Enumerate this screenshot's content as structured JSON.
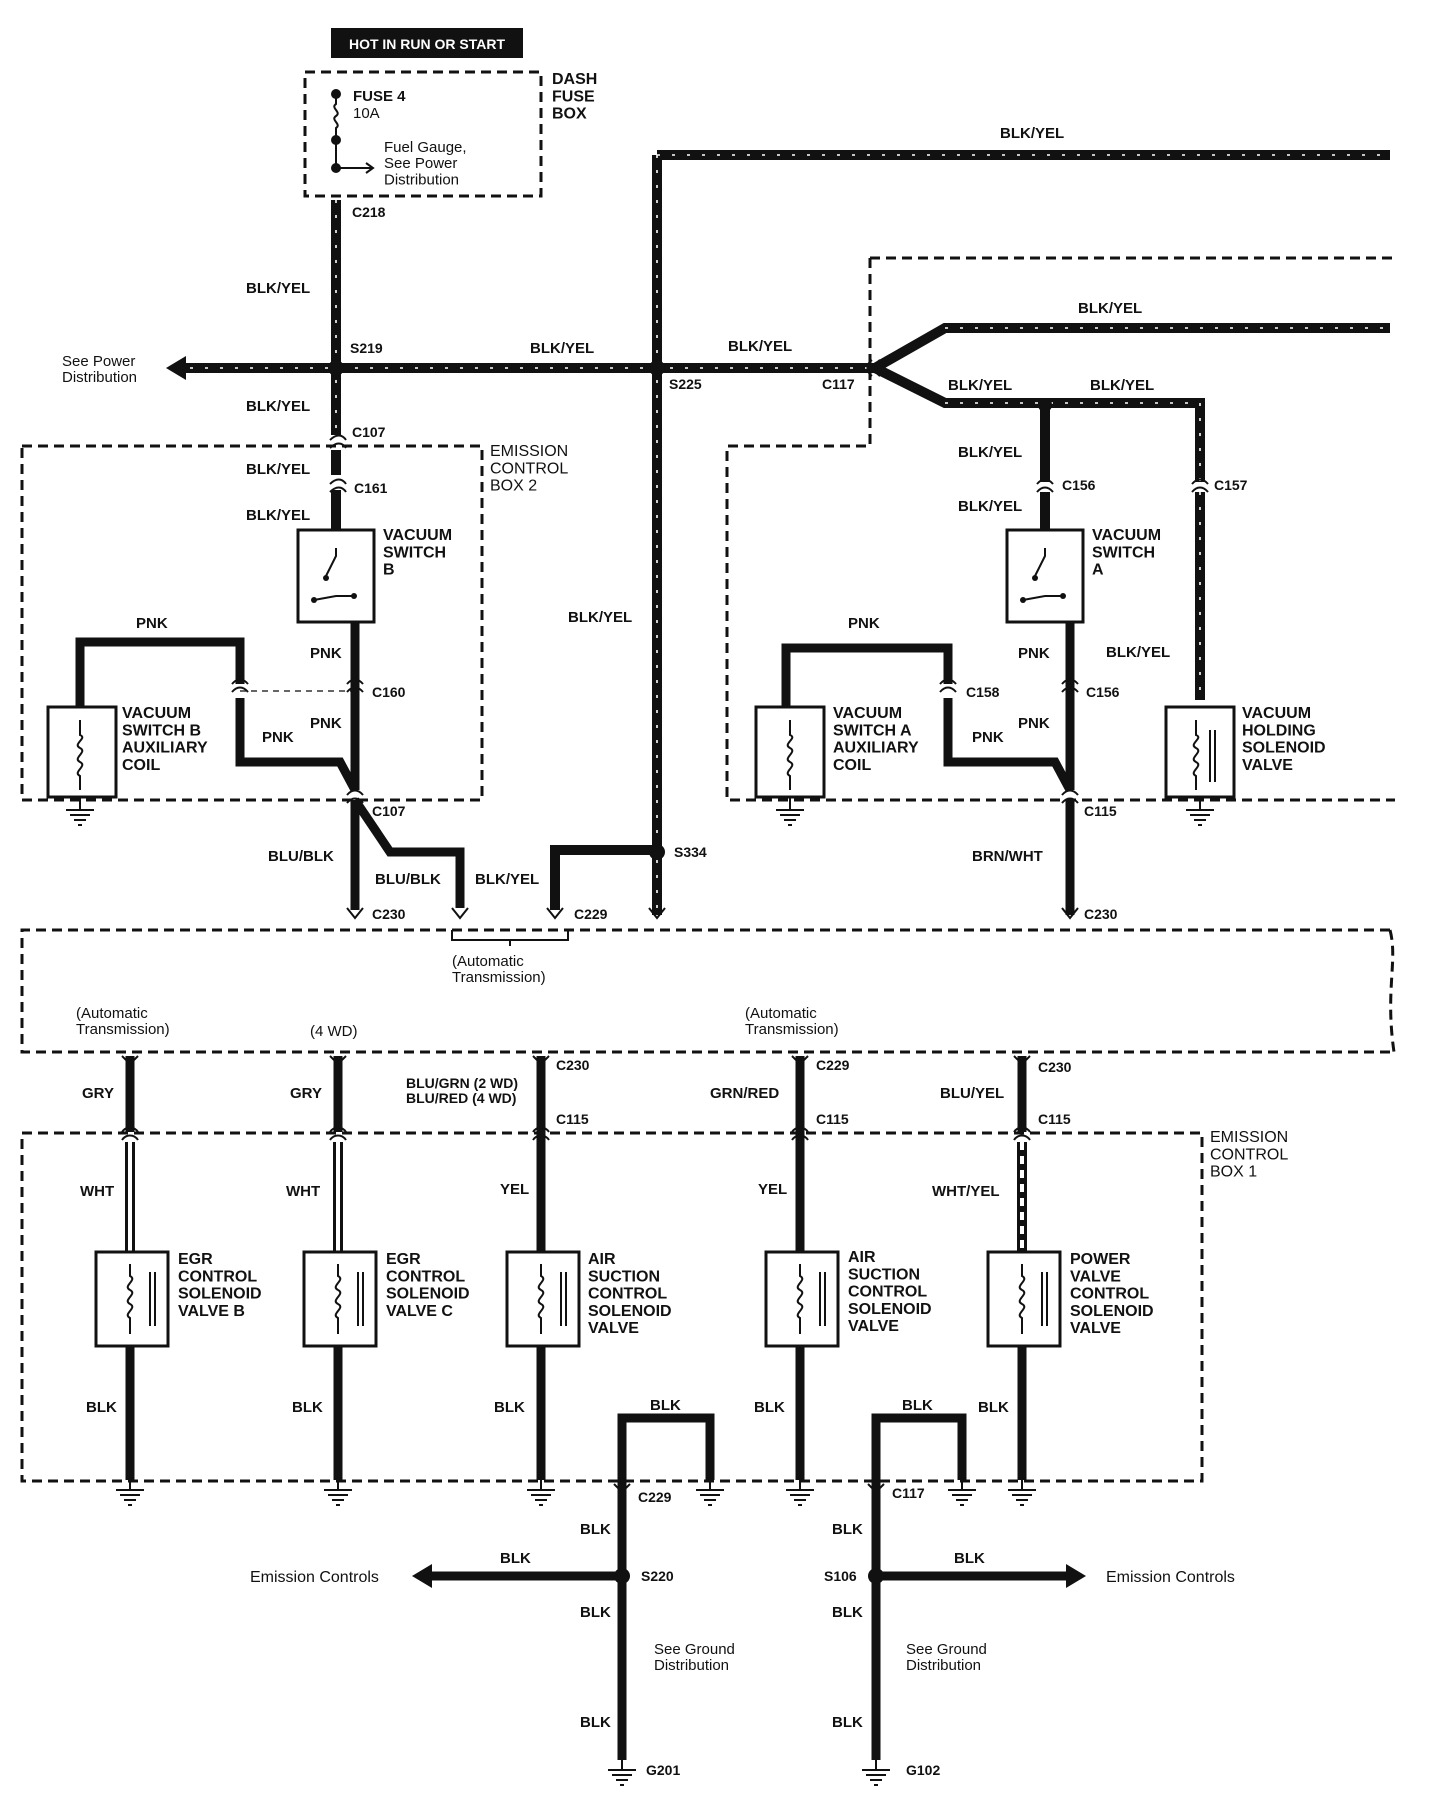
{
  "header": {
    "hot_label": "HOT IN RUN OR START"
  },
  "dash_fuse_box": {
    "name": "DASH\nFUSE\nBOX",
    "fuse": "FUSE 4",
    "rating": "10A",
    "note": "Fuel Gauge,\nSee Power\nDistribution"
  },
  "boxes": {
    "ecb2": "EMISSION\nCONTROL\nBOX 2",
    "ecb1": "EMISSION\nCONTROL\nBOX 1"
  },
  "notes": {
    "see_power_distribution": "See Power\nDistribution",
    "auto_trans": "(Automatic\nTransmission)",
    "four_wd": "(4 WD)",
    "emission_controls": "Emission Controls",
    "see_ground": "See Ground\nDistribution"
  },
  "components": {
    "vacuum_switch_b": "VACUUM\nSWITCH\nB",
    "vacuum_switch_a": "VACUUM\nSWITCH\nA",
    "vsb_aux_coil": "VACUUM\nSWITCH B\nAUXILIARY\nCOIL",
    "vsa_aux_coil": "VACUUM\nSWITCH A\nAUXILIARY\nCOIL",
    "vacuum_holding": "VACUUM\nHOLDING\nSOLENOID\nVALVE",
    "egr_b": "EGR\nCONTROL\nSOLENOID\nVALVE B",
    "egr_c": "EGR\nCONTROL\nSOLENOID\nVALVE C",
    "air_suction_1": "AIR\nSUCTION\nCONTROL\nSOLENOID\nVALVE",
    "air_suction_2": "AIR\nSUCTION\nCONTROL\nSOLENOID\nVALVE",
    "power_valve": "POWER\nVALVE\nCONTROL\nSOLENOID\nVALVE"
  },
  "wire_colors": {
    "blk_yel": "BLK/YEL",
    "pnk": "PNK",
    "blu_blk": "BLU/BLK",
    "brn_wht": "BRN/WHT",
    "gry": "GRY",
    "wht": "WHT",
    "blu_grn_red": "BLU/GRN (2 WD)\nBLU/RED (4 WD)",
    "yel": "YEL",
    "grn_red": "GRN/RED",
    "blu_yel": "BLU/YEL",
    "wht_yel": "WHT/YEL",
    "blk": "BLK"
  },
  "connectors": {
    "c218": "C218",
    "s219": "S219",
    "s225": "S225",
    "c117": "C117",
    "c107": "C107",
    "c161": "C161",
    "c160": "C160",
    "c230": "C230",
    "c229": "C229",
    "s334": "S334",
    "c156": "C156",
    "c157": "C157",
    "c158": "C158",
    "c115": "C115",
    "s220": "S220",
    "s106": "S106",
    "g201": "G201",
    "g102": "G102"
  }
}
